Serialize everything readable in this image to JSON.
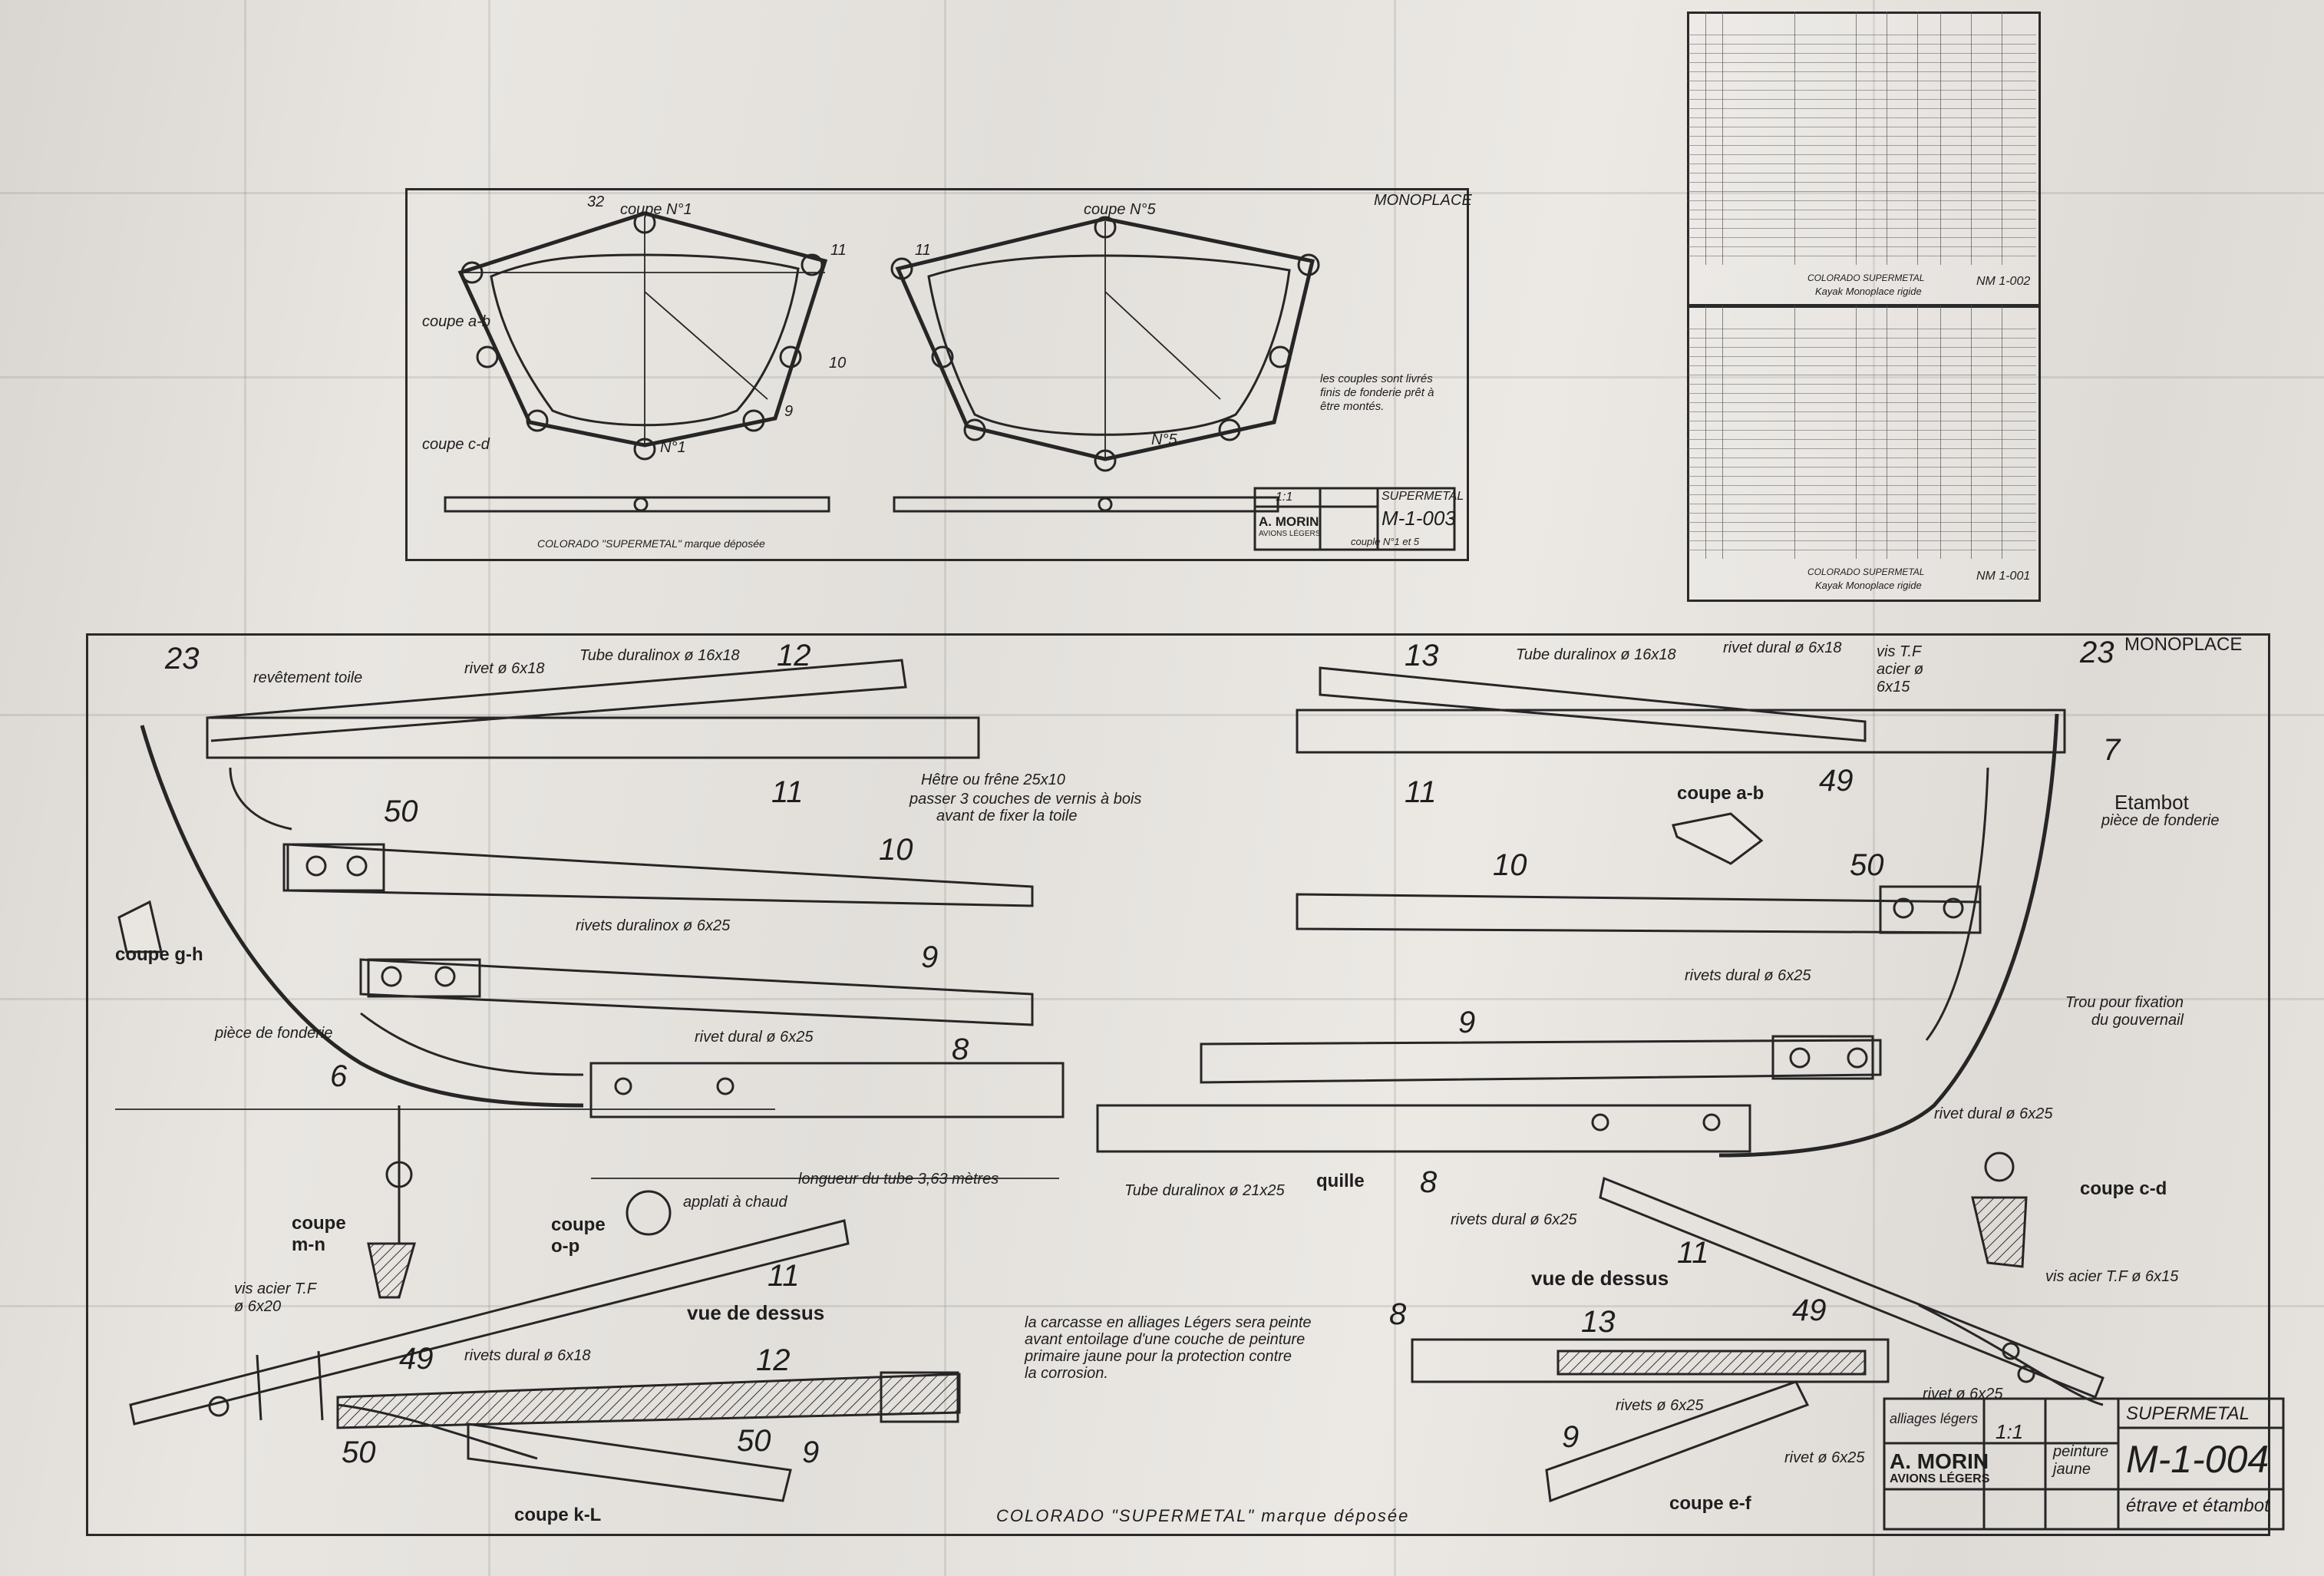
{
  "top_drawing": {
    "header": "MONOPLACE",
    "couple1_title": "coupe N°1",
    "couple5_title": "coupe N°5",
    "labels": [
      "32",
      "11",
      "10",
      "9",
      "11",
      "coupe a-b",
      "coupe c-d",
      "N°1",
      "N°5"
    ],
    "note": "les couples sont livrés finis de fonderie prêt à être montés.",
    "footer": "COLORADO \"SUPERMETAL\" marque déposée",
    "titleblock": {
      "scale": "1:1",
      "company": "A. MORIN",
      "company_sub": "AVIONS LÉGERS",
      "brand": "SUPERMETAL",
      "number": "M-1-003",
      "subject": "couple N°1 et 5"
    }
  },
  "bom_top": {
    "brand": "COLORADO SUPERMETAL",
    "subject": "Kayak Monoplace rigide",
    "number": "NM 1-002"
  },
  "bom_bottom": {
    "brand": "COLORADO SUPERMETAL",
    "subject": "Kayak Monoplace rigide",
    "number": "NM 1-001"
  },
  "main_drawing": {
    "header": "MONOPLACE",
    "part_numbers": [
      "23",
      "12",
      "11",
      "10",
      "9",
      "8",
      "6",
      "50",
      "50",
      "13",
      "11",
      "10",
      "9",
      "8",
      "7",
      "49",
      "23",
      "11",
      "13",
      "12",
      "49",
      "49",
      "50",
      "50",
      "11",
      "9",
      "9",
      "8"
    ],
    "labels": {
      "revetement": "revêtement toile",
      "rivet_16x18": "rivet ø 6x18",
      "tube_16x18_left": "Tube duralinox ø 16x18",
      "tube_16x18_right": "Tube duralinox ø 16x18",
      "hetre": "Hêtre ou frêne 25x10",
      "vernis": "passer 3 couches de vernis à bois",
      "vernis2": "avant de fixer la toile",
      "coupe_gh": "coupe g-h",
      "rivets_duralinox": "rivets duralinox ø 6x25",
      "piece_fonderie_left": "pièce de fonderie",
      "rivet_dural_6x25": "rivet dural ø 6x25",
      "longueur": "longueur du tube 3,63 mètres",
      "tube_21x25": "Tube duralinox ø 21x25",
      "quille": "quille",
      "coupe_mn": "coupe m-n",
      "coupe_op": "coupe o-p",
      "aplati": "applati à chaud",
      "vis_tf": "vis acier T.F ø 6x20",
      "vue_dessus_left": "vue de dessus",
      "rivets_dural_6x18": "rivets dural ø 6x18",
      "coupe_kl": "coupe k-L",
      "carcasse1": "la carcasse en alliages Légers sera peinte",
      "carcasse2": "avant entoilage d'une couche de peinture",
      "carcasse3": "primaire jaune pour la protection contre",
      "carcasse4": "la corrosion.",
      "footer": "COLORADO \"SUPERMETAL\" marque déposée",
      "rivet_dural_right": "rivet dural ø 6x18",
      "vis_tf_acier": "vis T.F acier ø 6x15",
      "etambot": "Etambot",
      "piece_fonderie_right": "pièce de fonderie",
      "coupe_ab": "coupe a-b",
      "rivets_dural_right": "rivets dural ø 6x25",
      "trou": "Trou pour fixation du gouvernail",
      "rivet_dural_right2": "rivet dural ø 6x25",
      "coupe_cd": "coupe c-d",
      "rivets_dural_bottom": "rivets dural ø 6x25",
      "vue_dessus_right": "vue de dessus",
      "vis_acier_tf": "vis acier T.F ø 6x15",
      "rivets_bottom2": "rivets ø 6x25",
      "rivet_bottom3": "rivet ø 6x25",
      "rivet_bottom4": "rivet ø 6x25",
      "coupe_ef": "coupe e-f"
    },
    "titleblock": {
      "material": "alliages légers",
      "scale": "1:1",
      "finish": "peinture jaune",
      "company": "A. MORIN",
      "company_sub": "AVIONS LÉGERS",
      "brand": "SUPERMETAL",
      "number": "M-1-004",
      "subject": "étrave et étambot"
    }
  }
}
